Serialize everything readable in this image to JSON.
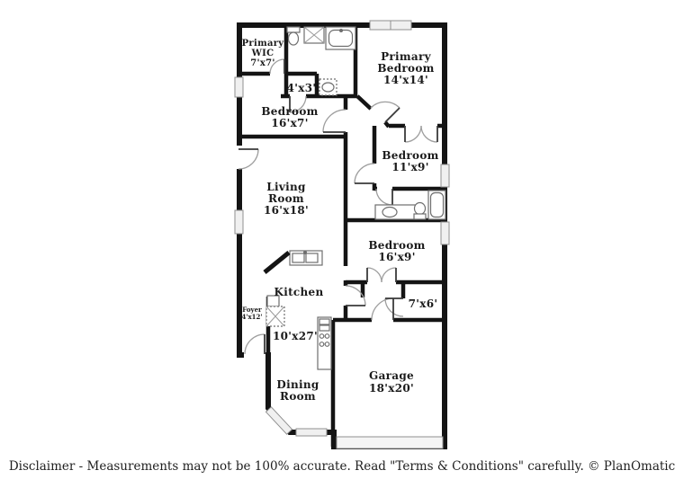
{
  "plan": {
    "colors": {
      "wall": "#141414",
      "label": "#1b1b1b",
      "window_fill": "#f0f0f0",
      "window_stroke": "#8f8f8f",
      "door_arc": "#9e9e9e",
      "fixture_stroke": "#6e6e6e",
      "garage_door_fill": "#f5f5f5"
    },
    "rooms": {
      "primary_wic": {
        "line1": "Primary",
        "line2": "WIC",
        "dims": "7'x7'"
      },
      "primary_bedroom": {
        "line1": "Primary",
        "line2": "Bedroom",
        "dims": "14'x14'"
      },
      "bedroom_16x7": {
        "line1": "Bedroom",
        "dims": "16'x7'"
      },
      "closet": {
        "dims": "4'x3'"
      },
      "bedroom_11x9": {
        "line1": "Bedroom",
        "dims": "11'x9'"
      },
      "living_room": {
        "line1": "Living",
        "line2": "Room",
        "dims": "16'x18'"
      },
      "bedroom_16x9": {
        "line1": "Bedroom",
        "dims": "16'x9'"
      },
      "kitchen": {
        "line1": "Kitchen"
      },
      "foyer": {
        "line1": "Foyer",
        "dims": "4'x12'"
      },
      "galley": {
        "dims": "10'x27'"
      },
      "utility": {
        "dims": "7'x6'"
      },
      "dining_room": {
        "line1": "Dining",
        "line2": "Room"
      },
      "garage": {
        "line1": "Garage",
        "dims": "18'x20'"
      }
    },
    "fixture_icons": [
      "toilet-icon",
      "shower-icon",
      "bathtub-icon",
      "pedestal-sink-icon",
      "double-vanity-sink-icon",
      "kitchen-sink-icon",
      "range-icon",
      "refrigerator-icon",
      "window-icon",
      "door-swing-icon",
      "garage-door-icon"
    ]
  },
  "footer": {
    "disclaimer": "Disclaimer - Measurements may not be 100% accurate. Read \"Terms & Conditions\" carefully. © PlanOmatic"
  }
}
